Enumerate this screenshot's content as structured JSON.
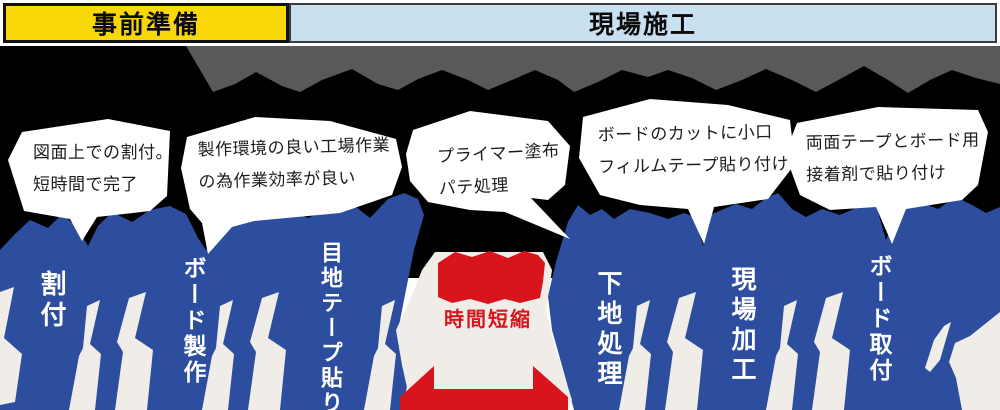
{
  "header": {
    "pre": "事前準備",
    "site": "現場施工"
  },
  "bubbles": [
    {
      "lines": [
        "図面上での割付。",
        "短時間で完了"
      ]
    },
    {
      "lines": [
        "製作環境の良い工場作業",
        "の為作業効率が良い"
      ]
    },
    {
      "lines": [
        "プライマー塗布",
        "パテ処理"
      ]
    },
    {
      "lines": [
        "ボードのカットに小口",
        "フィルムテープ貼り付け"
      ]
    },
    {
      "lines": [
        "両面テープとボード用",
        "接着剤で貼り付け"
      ]
    }
  ],
  "steps": [
    {
      "label": "割付"
    },
    {
      "label": "ボード製作"
    },
    {
      "label": "目地テープ貼り"
    },
    {
      "label": "下地処理"
    },
    {
      "label": "現場加工"
    },
    {
      "label": "ボード取付"
    }
  ],
  "badge": {
    "label": "時間短縮"
  },
  "colors": {
    "header_yellow": "#f8d808",
    "header_light_blue": "#c9e0f0",
    "banner_blue": "#2d4e9e",
    "accent_red": "#d8141c",
    "silhouette_black": "#000000",
    "band_gray": "#595959",
    "chevron_offwhite": "#f0ede9",
    "bubble_white": "#ffffff"
  }
}
